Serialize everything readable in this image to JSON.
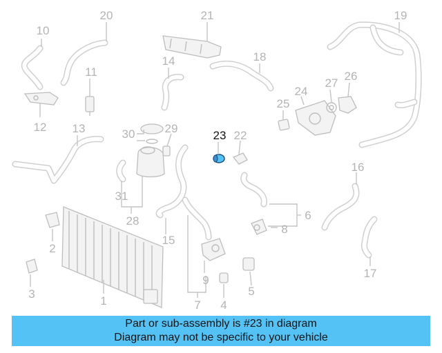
{
  "diagram": {
    "highlighted_part": "23",
    "highlight_color": "#55c2f5",
    "callouts": [
      "1",
      "2",
      "3",
      "4",
      "5",
      "6",
      "7",
      "8",
      "9",
      "10",
      "11",
      "12",
      "13",
      "14",
      "15",
      "16",
      "17",
      "18",
      "19",
      "20",
      "21",
      "22",
      "23",
      "24",
      "25",
      "26",
      "27",
      "28",
      "29",
      "30",
      "31"
    ]
  },
  "banner": {
    "line1": "Part or sub-assembly is #23 in diagram",
    "line2": "Diagram may not be specific to your vehicle",
    "background": "#55c2f5"
  }
}
